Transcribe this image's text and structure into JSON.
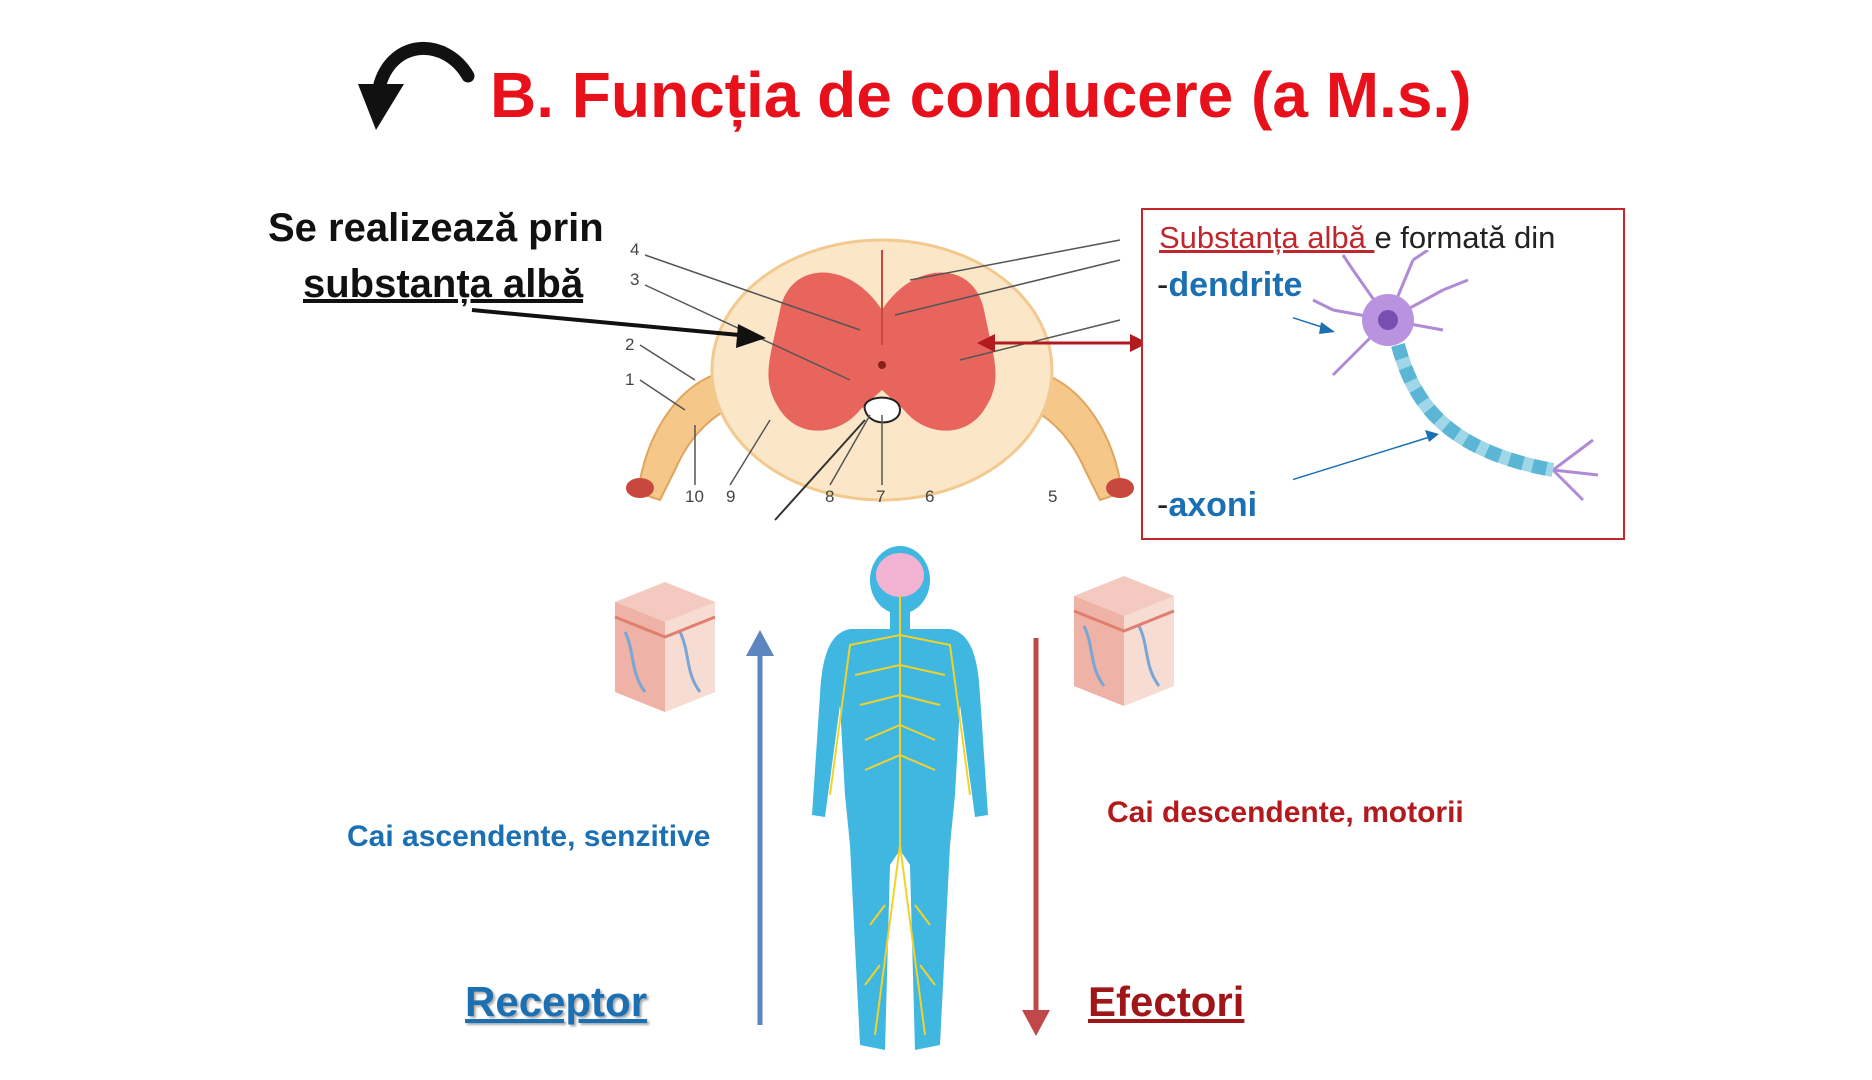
{
  "slide": {
    "title": "B. Funcția de conducere (a M.s.)",
    "intro_line1": "Se realizează prin",
    "intro_line2": "substanța albă",
    "box": {
      "heading_underlined": "Substanța albă ",
      "heading_rest": "e formată din",
      "item1_dash": "-",
      "item1": "dendrite",
      "item2_dash": "-",
      "item2": "axoni"
    },
    "ascending_label": "Cai ascendente, senzitive",
    "descending_label": "Cai descendente, motorii",
    "receptor_label": "Receptor",
    "effector_label": "Efectori",
    "diagram_numbers": [
      "4",
      "3",
      "2",
      "1",
      "10",
      "9",
      "8",
      "7",
      "6",
      "5"
    ]
  },
  "colors": {
    "title_red": "#e8101a",
    "blue_text": "#1b6fb3",
    "dark_red_text": "#b21a1e",
    "grey_matter": "#e8655e",
    "body_blue": "#3fb7e0",
    "nerve_yellow": "#f2d22a"
  },
  "icons": [
    "curved-arrow-icon"
  ]
}
